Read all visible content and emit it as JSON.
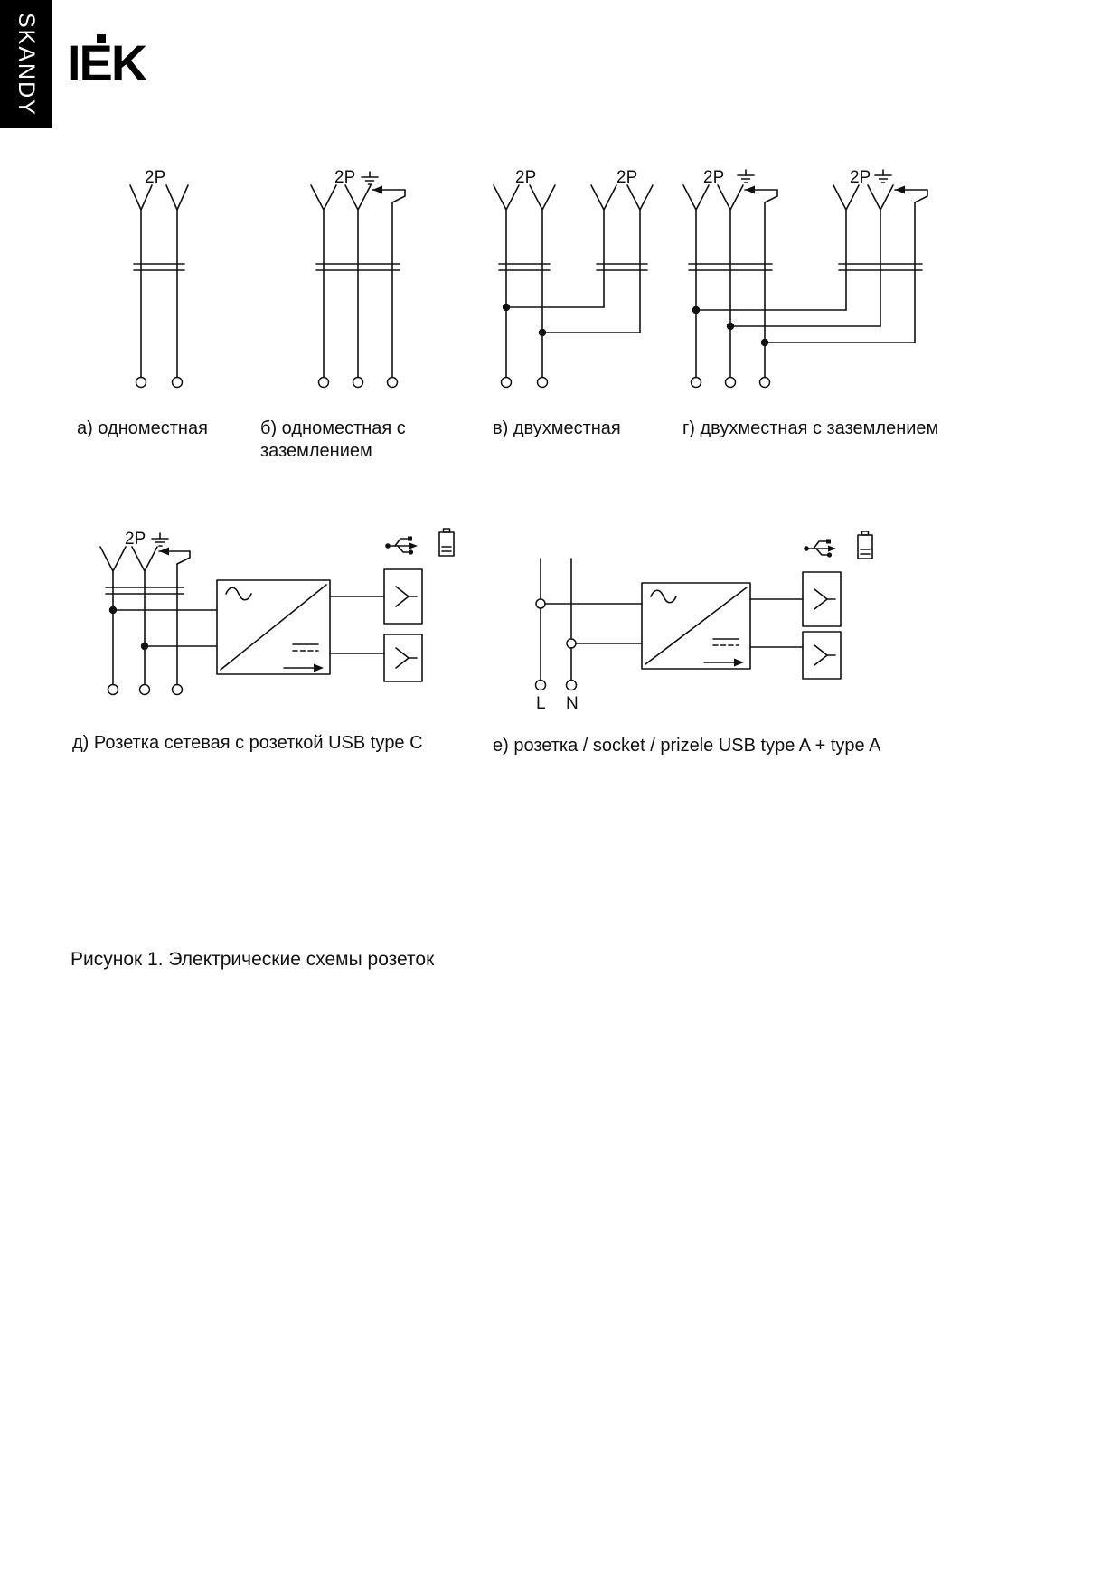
{
  "page": {
    "tab_label": "SKANDY",
    "brand": "IEK",
    "figure_caption": "Рисунок 1. Электрические схемы розеток",
    "background": "#ffffff",
    "ink_color": "#111111"
  },
  "diagrams": {
    "a": {
      "pole_label": "2P",
      "label": "а) одноместная"
    },
    "b": {
      "pole_label": "2P",
      "label": "б) одноместная с\nзаземлением"
    },
    "v": {
      "pole_label_left": "2P",
      "pole_label_right": "2P",
      "label": "в) двухместная"
    },
    "g": {
      "pole_label_left": "2P",
      "pole_label_right": "2P",
      "label": "г) двухместная с заземлением"
    },
    "d": {
      "pole_label": "2P",
      "label": "д) Розетка сетевая с розеткой USB type C"
    },
    "e": {
      "line_label": "L",
      "neutral_label": "N",
      "label": "е) розетка / socket / prizele USB type A + type A"
    }
  },
  "icons": {
    "usb": "usb-trident",
    "battery": "battery",
    "ground": "earth-ground",
    "plug_contact": "plug-contact-fork"
  }
}
